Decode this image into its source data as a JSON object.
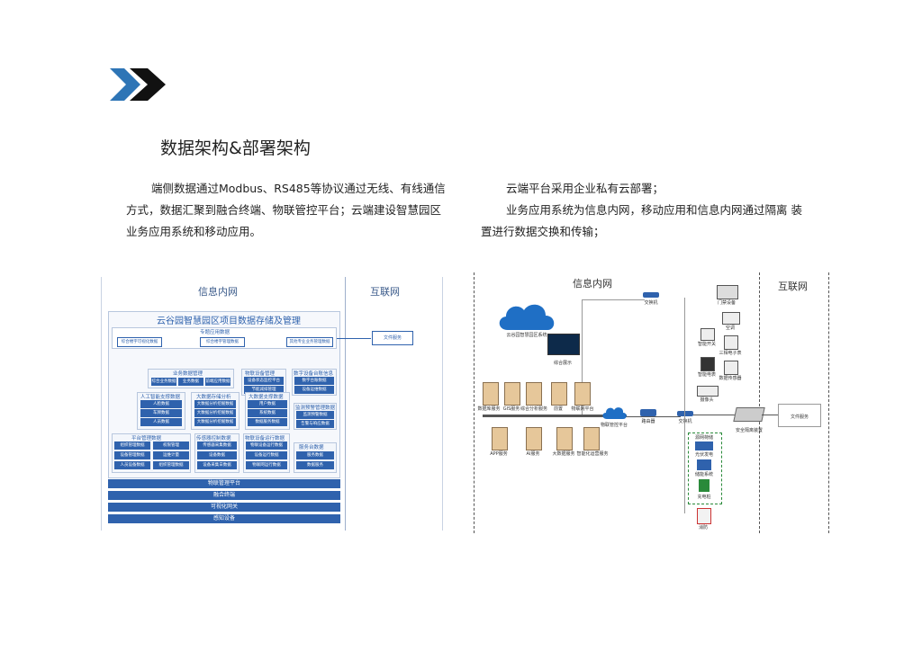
{
  "heading": {
    "title": "数据架构&部署架构"
  },
  "left_paragraph": {
    "text": "端侧数据通过Modbus、RS485等协议通过无线、有线通信方式，数据汇聚到融合终端、物联管控平台；云端建设智慧园区业务应用系统和移动应用。"
  },
  "right_paragraph": {
    "line1": "云端平台采用企业私有云部署；",
    "line2": "业务应用系统为信息内网，移动应用和信息内网通过隔离 装置进行数据交换和传输；"
  },
  "data_architecture": {
    "zone_intranet": "信息内网",
    "zone_internet": "互联网",
    "platform_title": "云谷园智慧园区项目数据存储及管理",
    "top_box_title": "专题应用数据",
    "top_chips": [
      "综合楼宇可视化数据",
      "综合楼宇管理数据",
      "其他专业业务管理数据"
    ],
    "external": "文件服务",
    "mid_groups": [
      {
        "title": "业务数据管理",
        "chips": [
          "综合业务数据",
          "业务数据",
          "前端应用数据"
        ]
      },
      {
        "title": "物联设备管理",
        "chips": [
          "设备状态监控平台",
          "节能减排管理"
        ]
      },
      {
        "title": "数字设备台账信息",
        "chips": [
          "数字台账数据",
          "设备运维数据"
        ]
      }
    ],
    "lower_groups": [
      {
        "title": "人工智能支撑数据",
        "chips": [
          "人脸数据",
          "车牌数据",
          "人员数据"
        ]
      },
      {
        "title": "大数据存储分析",
        "chips": [
          "大数据分析挖掘数据",
          "大数据分析挖掘数据",
          "大数据分析挖掘数据"
        ]
      },
      {
        "title": "大数据支撑数据",
        "chips": [
          "用户数据",
          "系统数据",
          "数据服务数据"
        ]
      },
      {
        "title": "监测预警管理数据",
        "chips": [
          "监测预警数据",
          "告警与响应数据"
        ]
      }
    ],
    "bottom_groups": [
      {
        "title": "平台管理数据",
        "chips": [
          "组织管理数据",
          "权限管理",
          "设备管理数据",
          "运维计量",
          "人员设备数据",
          "组织管理数据"
        ]
      },
      {
        "title": "传感器控制数据",
        "chips": [
          "传感器采集数据",
          "设备数据",
          "设备采集日数据"
        ]
      },
      {
        "title": "物联设备运行数据",
        "chips": [
          "物联设备运行数据",
          "设备运行数据",
          "物联网运行数据"
        ]
      },
      {
        "title": "服务台数据",
        "chips": [
          "服务数据",
          "数据服务"
        ]
      }
    ],
    "base_bars": [
      "物联管理平台",
      "融合终端",
      "可视化网关",
      "感知设备"
    ]
  },
  "deployment_architecture": {
    "zone_intranet": "信息内网",
    "zone_internet": "互联网",
    "cloud_label": "云谷园智慧园区系统",
    "screen_label": "综合展示",
    "servers_top": [
      "数据库服务",
      "GIS服务",
      "综合分析服务",
      "前置",
      "物联网平台"
    ],
    "servers_bottom": [
      "APP服务",
      "AI服务",
      "大数据服务",
      "智能化运营服务"
    ],
    "cloud_small": "物联管控平台",
    "router": "路由器",
    "switch_top": "交换机",
    "switch_mid": "交换机",
    "isolation": "安全隔离装置",
    "external": "文件服务",
    "devices_top": [
      "门禁设备",
      "空调",
      "智能开关",
      "三相电子表",
      "智能电表",
      "数据传感器",
      "摄像头"
    ],
    "energy_group": "源网荷储",
    "energy_items": [
      "光伏发电",
      "储能系统",
      "充电桩"
    ],
    "fire": "消防"
  }
}
